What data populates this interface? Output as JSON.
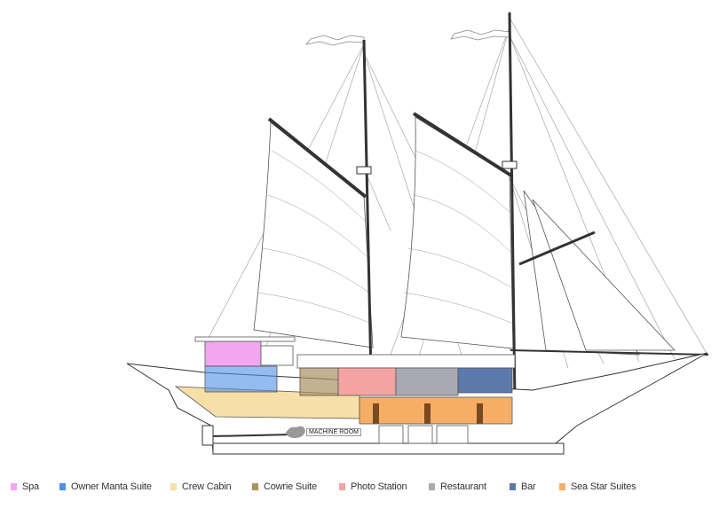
{
  "diagram": {
    "machine_room_label": "MACHINE ROOM"
  },
  "legend": [
    {
      "label": "Spa",
      "color": "#f2a6f2"
    },
    {
      "label": "Owner Manta Suite",
      "color": "#4f8fe8"
    },
    {
      "label": "Crew Cabin",
      "color": "#f6dfa8"
    },
    {
      "label": "Cowrie Suite",
      "color": "#a99263"
    },
    {
      "label": "Photo Station",
      "color": "#f4a3a3"
    },
    {
      "label": "Restaurant",
      "color": "#a9a9b3"
    },
    {
      "label": "Bar",
      "color": "#5b79aa"
    },
    {
      "label": "Sea Star Suites",
      "color": "#f6ae66"
    }
  ]
}
